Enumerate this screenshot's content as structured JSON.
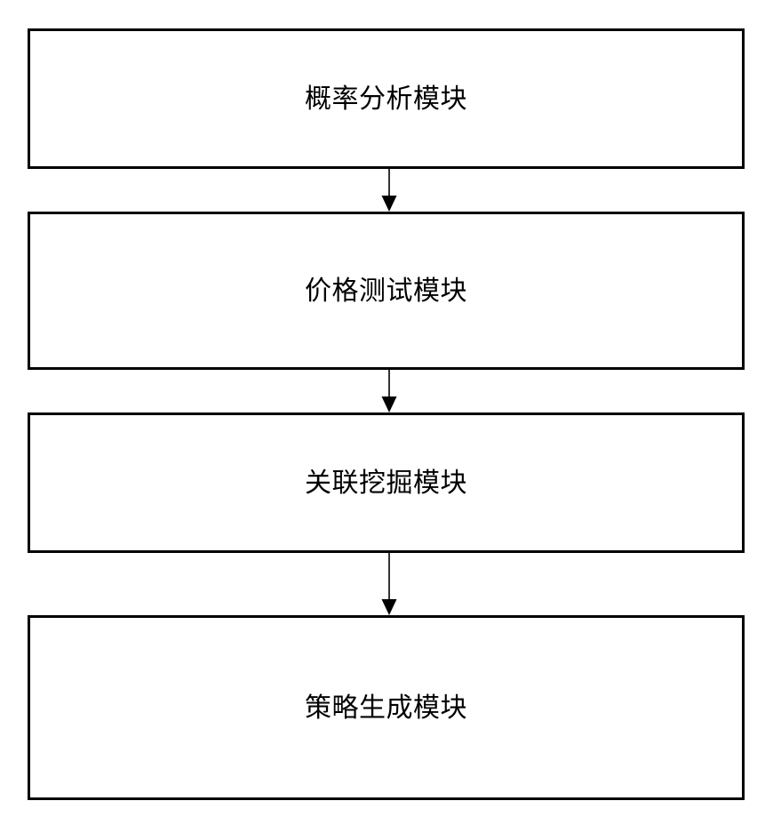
{
  "diagram": {
    "title": "",
    "background_color": "#ffffff",
    "line_color": "#000000",
    "text_color": "#000000",
    "nodes": [
      {
        "id": "node-1",
        "label": "概率分析模块"
      },
      {
        "id": "node-2",
        "label": "价格测试模块"
      },
      {
        "id": "node-3",
        "label": "关联挖掘模块"
      },
      {
        "id": "node-4",
        "label": "策略生成模块"
      }
    ],
    "edges": [
      {
        "from": "node-1",
        "to": "node-2",
        "style": "solid",
        "arrowhead": "filled-triangle",
        "label": ""
      },
      {
        "from": "node-2",
        "to": "node-3",
        "style": "solid",
        "arrowhead": "filled-triangle",
        "label": ""
      },
      {
        "from": "node-3",
        "to": "node-4",
        "style": "solid",
        "arrowhead": "filled-triangle",
        "label": ""
      }
    ]
  }
}
